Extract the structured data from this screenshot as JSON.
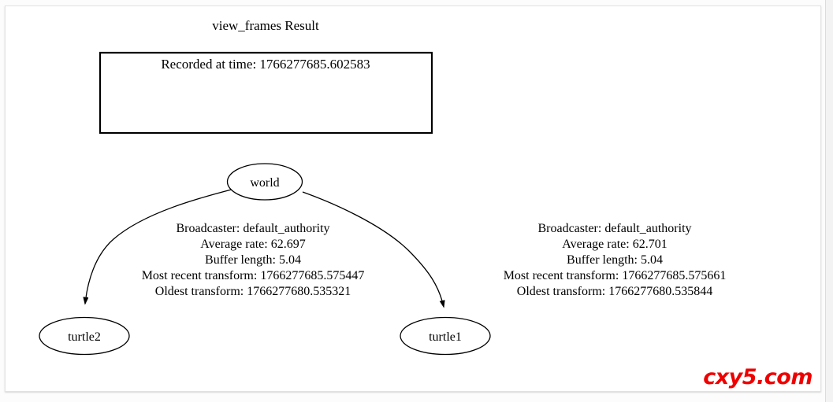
{
  "graph": {
    "title_box": {
      "heading": "view_frames Result",
      "recorded_line": "Recorded at time: 1766277685.602583"
    },
    "nodes": [
      {
        "id": "world",
        "label": "world"
      },
      {
        "id": "turtle2",
        "label": "turtle2"
      },
      {
        "id": "turtle1",
        "label": "turtle1"
      }
    ],
    "edges": [
      {
        "from": "world",
        "to": "turtle2",
        "lines": [
          "Broadcaster: default_authority",
          "Average rate: 62.697",
          "Buffer length: 5.04",
          "Most recent transform: 1766277685.575447",
          "Oldest transform: 1766277680.535321"
        ]
      },
      {
        "from": "world",
        "to": "turtle1",
        "lines": [
          "Broadcaster: default_authority",
          "Average rate: 62.701",
          "Buffer length: 5.04",
          "Most recent transform: 1766277685.575661",
          "Oldest transform: 1766277680.535844"
        ]
      }
    ],
    "colors": {
      "stroke": "#000000",
      "background": "#ffffff",
      "watermark": "#ee0000"
    }
  },
  "watermark": {
    "text": "cxy5.com"
  }
}
